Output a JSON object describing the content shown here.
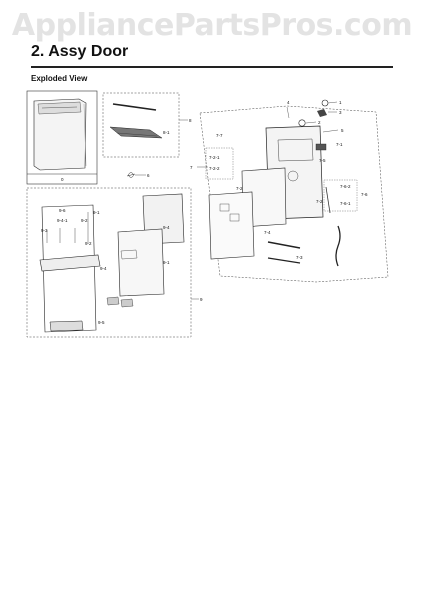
{
  "header": {
    "watermark": "AppliancePartsPros.com",
    "title": "2.  Assy Door"
  },
  "section": {
    "subtitle": "Exploded View"
  },
  "callouts": {
    "c0": "0",
    "c1": "1",
    "c2": "2",
    "c3": "3",
    "c4": "4",
    "c5": "5",
    "c6": "6",
    "c7": "7",
    "c8": "8",
    "c9": "9",
    "c7_1": "7-1",
    "c7_2": "7-2",
    "c7_3": "7-3",
    "c7_4": "7-4",
    "c7_5": "7-5",
    "c7_6": "7-6",
    "c7_7": "7-7",
    "c7_2_1": "7-2-1",
    "c7_2_2": "7-2-2",
    "c7_6_1": "7-6-1",
    "c7_6_2": "7-6-2",
    "c8_1": "8-1",
    "c9_1": "9-1",
    "c9_2": "9-2",
    "c9_3": "9-3",
    "c9_4": "9-4",
    "c9_5": "9-5",
    "c9_6": "9-6",
    "c9_1b": "9-1",
    "c9_2b": "9-2",
    "c9_4b": "9-4",
    "c9_4_1": "9-4-1"
  }
}
